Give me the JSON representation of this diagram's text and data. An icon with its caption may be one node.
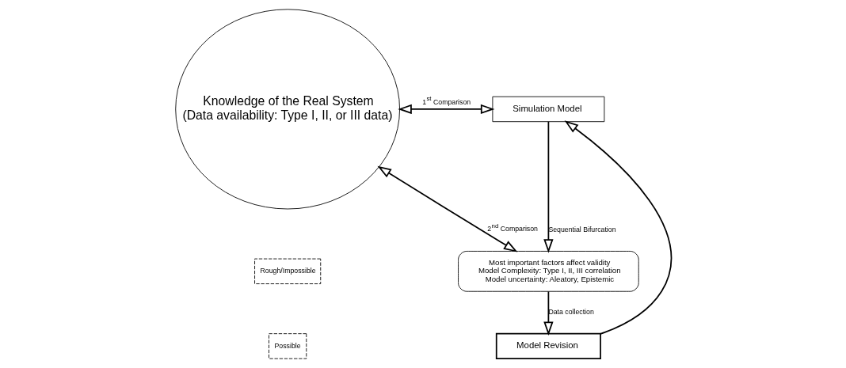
{
  "diagram": {
    "nodes": [
      {
        "text": [
          "Knowledge of the Real System",
          "(Data availability: Type I, II, or III data)"
        ]
      },
      {
        "text": [
          "Simulation Model"
        ]
      },
      {
        "text": [
          "Most important factors affect validity",
          "Model Complexity: Type I, II, III correlation",
          "Model uncertainty: Aleatory, Epistemic"
        ]
      },
      {
        "text": [
          "Model Revision"
        ]
      }
    ],
    "edges": [
      {
        "from": 0,
        "to": 1,
        "arrow": "both",
        "label": "1$^{st}$ Comparison"
      },
      {
        "from": 1,
        "to": 2,
        "arrow": "to",
        "label": "Sequential Bifurcation"
      },
      {
        "from": 0,
        "to": 2,
        "arrow": "both",
        "label": "2$^{nd}$ Comparison"
      },
      {
        "from": 2,
        "to": 3,
        "arrow": "to",
        "label": "Data collection"
      },
      {
        "from": 3,
        "to": 1,
        "arrow": "to"
      }
    ],
    "labels": [
      "Rough/Impossible",
      "Possible"
    ]
  }
}
